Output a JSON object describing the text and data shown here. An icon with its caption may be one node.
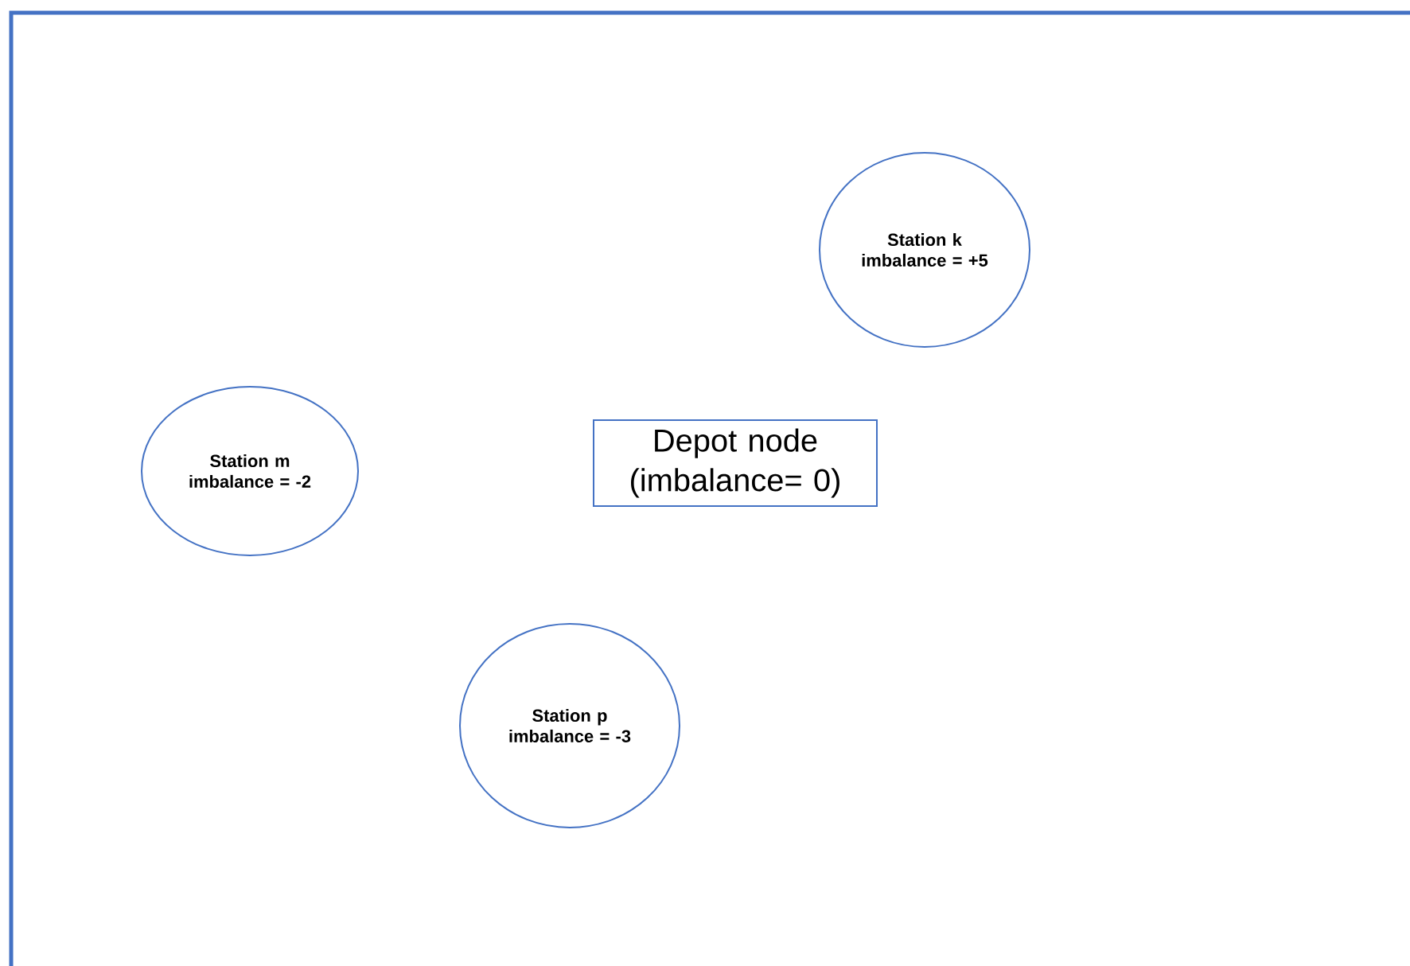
{
  "diagram": {
    "nodes": [
      {
        "text": [
          "Station k imbalance = +5"
        ]
      },
      {
        "text": [
          "Station m imbalance = -2"
        ]
      },
      {
        "text": [
          "Depot node (imbalance= 0)"
        ]
      },
      {
        "text": [
          "Station p imbalance = -3"
        ]
      }
    ]
  }
}
